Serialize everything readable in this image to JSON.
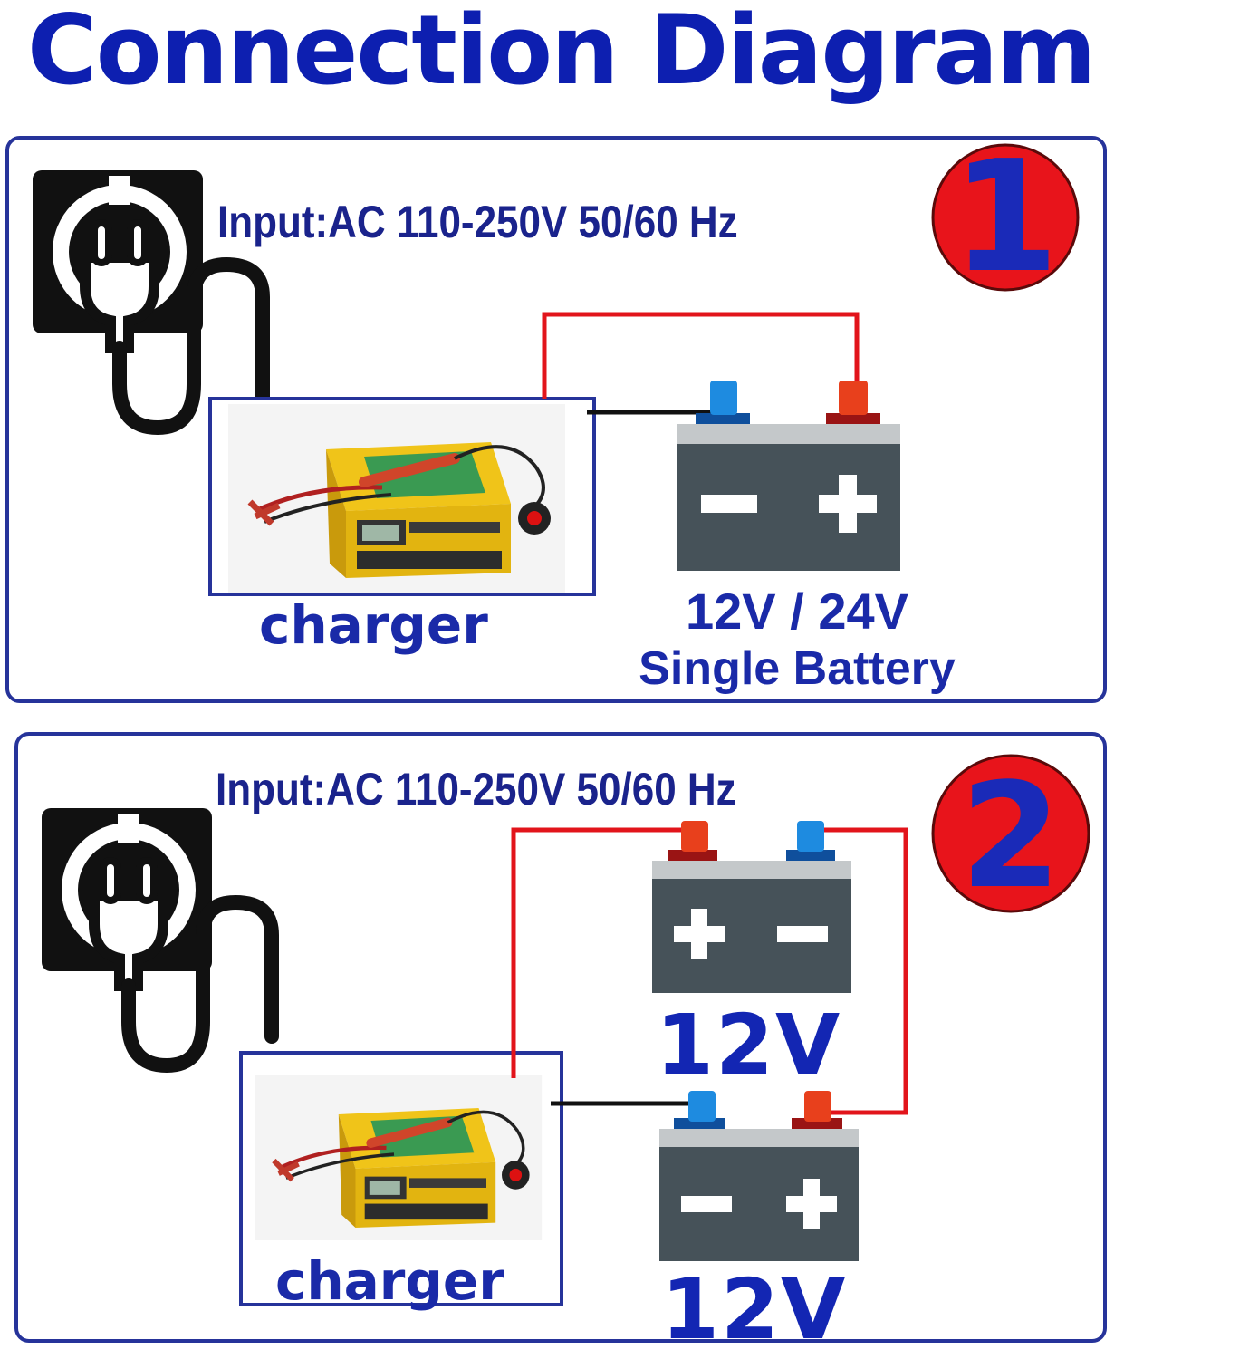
{
  "title": "Connection Diagram",
  "colors": {
    "title_blue": "#0d1fb0",
    "panel_border": "#26339a",
    "positive_wire": "#e2141b",
    "negative_wire": "#111111",
    "battery_body": "#465259",
    "battery_top": "#c4c8ca",
    "positive_terminal": "#e8401c",
    "negative_terminal": "#1e8be0",
    "badge_red": "#e8141b",
    "charger_yellow": "#f0c419"
  },
  "panels": [
    {
      "step": "1",
      "input": "Input:AC 110-250V 50/60 Hz",
      "charger_label": "charger",
      "battery_voltage": "12V / 24V",
      "battery_desc": "Single Battery"
    },
    {
      "step": "2",
      "input": "Input:AC 110-250V  50/60 Hz",
      "charger_label": "charger",
      "battery_top_label": "12V",
      "battery_bottom_label": "12V"
    }
  ],
  "icons": [
    "wall-socket-icon",
    "power-plug-icon",
    "battery-icon",
    "battery-charger-photo"
  ]
}
